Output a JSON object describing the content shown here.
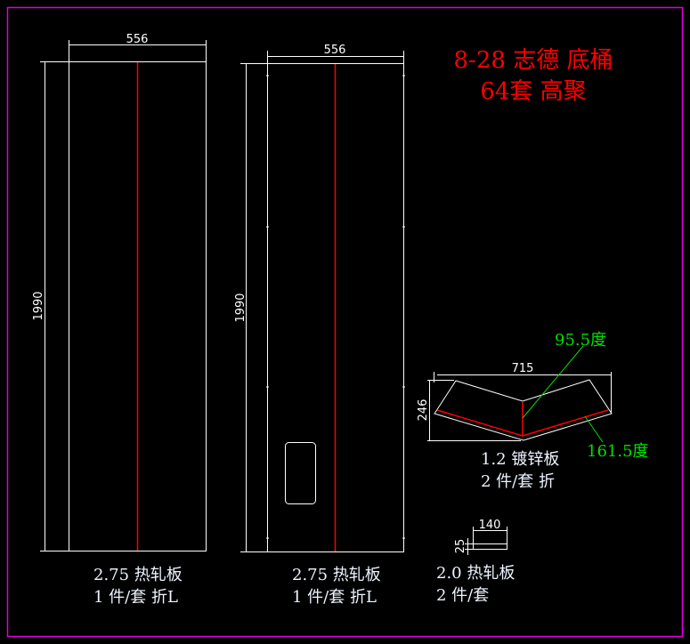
{
  "title": {
    "line1": "8-28 志德 底桶",
    "line2": "64套 高聚"
  },
  "colors": {
    "frame": "#e000e0",
    "title": "#ff0000",
    "bend_line": "#ff0000",
    "angle_leader": "#00e000",
    "geometry": "#ffffff"
  },
  "parts": [
    {
      "width_dim": "556",
      "height_dim": "1990",
      "label_material": "2.75 热轧板",
      "label_qty": "1 件/套 折L"
    },
    {
      "width_dim": "556",
      "height_dim": "1990",
      "label_material": "2.75 热轧板",
      "label_qty": "1 件/套 折L"
    },
    {
      "width_dim": "715",
      "height_dim": "246",
      "angle_top": "95.5度",
      "angle_bottom": "161.5度",
      "label_material": "1.2 镀锌板",
      "label_qty": "2 件/套 折"
    },
    {
      "width_dim": "140",
      "height_dim": "25",
      "label_material": "2.0 热轧板",
      "label_qty": "2 件/套"
    }
  ]
}
